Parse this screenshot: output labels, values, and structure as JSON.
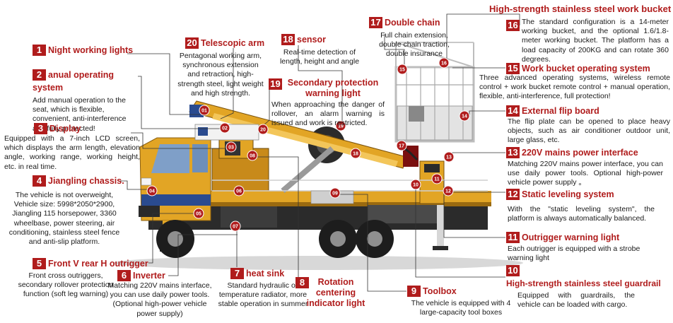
{
  "header": {
    "title": "High-strength stainless steel work bucket"
  },
  "colors": {
    "accent": "#b01c1c",
    "truck_yellow": "#e2a525",
    "cab_blue": "#2a4b8f",
    "leader": "#333333"
  },
  "items": [
    {
      "num": "1",
      "title": "Night working lights",
      "desc": ""
    },
    {
      "num": "2",
      "title": "anual operating system",
      "desc": "Add manual operation to the seat, which is flexible, convenient, anti-interference and fully protected!"
    },
    {
      "num": "3",
      "title": "Display",
      "desc": "Equipped with a 7-inch LCD screen, which displays the arm length, elevation angle, working range, working height, etc. in real time."
    },
    {
      "num": "4",
      "title": "Jiangling chassis.",
      "desc": "The vehicle is not overweight, Vehicle size: 5998*2050*2900, Jiangling 115 horsepower, 3360 wheelbase, power steering, air conditioning, stainless steel fence and anti-slip platform."
    },
    {
      "num": "5",
      "title": "Front V rear H outrigger",
      "desc": "Front cross outriggers, secondary rollover protection function (soft leg warning)"
    },
    {
      "num": "6",
      "title": "Inverter",
      "desc": "Matching 220V mains interface, you can use daily power tools. (Optional high-power vehicle power supply)"
    },
    {
      "num": "7",
      "title": "heat sink",
      "desc": "Standard hydraulic oil temperature radiator, more stable operation in summer"
    },
    {
      "num": "8",
      "title": "Rotation centering indicator light",
      "desc": ""
    },
    {
      "num": "9",
      "title": "Toolbox",
      "desc": "The vehicle is equipped with 4 large-capacity tool boxes"
    },
    {
      "num": "10",
      "title": "High-strength stainless steel guardrail",
      "desc": "Equipped with guardrails, the vehicle can be loaded with cargo."
    },
    {
      "num": "11",
      "title": "Outrigger warning light",
      "desc": "Each outrigger is equipped with a strobe warning light"
    },
    {
      "num": "12",
      "title": "Static leveling system",
      "desc": "With the \"static leveling system\", the platform is always automatically balanced."
    },
    {
      "num": "13",
      "title": "220V mains power interface",
      "desc": "Matching 220V mains power interface, you can use daily power tools. Optional high-power vehicle power supply 。"
    },
    {
      "num": "14",
      "title": "External flip board",
      "desc": "The flip plate can be opened to place heavy objects, such as air conditioner outdoor unit, large glass, etc."
    },
    {
      "num": "15",
      "title": "Work bucket operating system",
      "desc": "Three advanced operating systems, wireless remote control + work bucket remote control + manual operation, flexible, anti-interference, full protection!"
    },
    {
      "num": "16",
      "title": "",
      "desc": "The standard configuration is a 14-meter working bucket, and the optional 1.6/1.8-meter working bucket. The platform has a load capacity of 200KG and can rotate 360 degrees."
    },
    {
      "num": "17",
      "title": "Double chain",
      "desc": "Full chain extension, double chain traction, double insurance"
    },
    {
      "num": "18",
      "title": "sensor",
      "desc": "Real-time detection of length, height and angle"
    },
    {
      "num": "19",
      "title": "Secondary protection warning light",
      "desc": "When approaching the danger of rollover, an alarm warning is issued and work is restricted."
    },
    {
      "num": "20",
      "title": "Telescopic arm",
      "desc": "Pentagonal working arm, synchronous extension and retraction, high-strength steel, light weight and high strength."
    }
  ],
  "markers": [
    "01",
    "02",
    "03",
    "04",
    "05",
    "06",
    "07",
    "08",
    "09",
    "10",
    "11",
    "12",
    "13",
    "14",
    "15",
    "16",
    "17",
    "18",
    "19",
    "20"
  ]
}
